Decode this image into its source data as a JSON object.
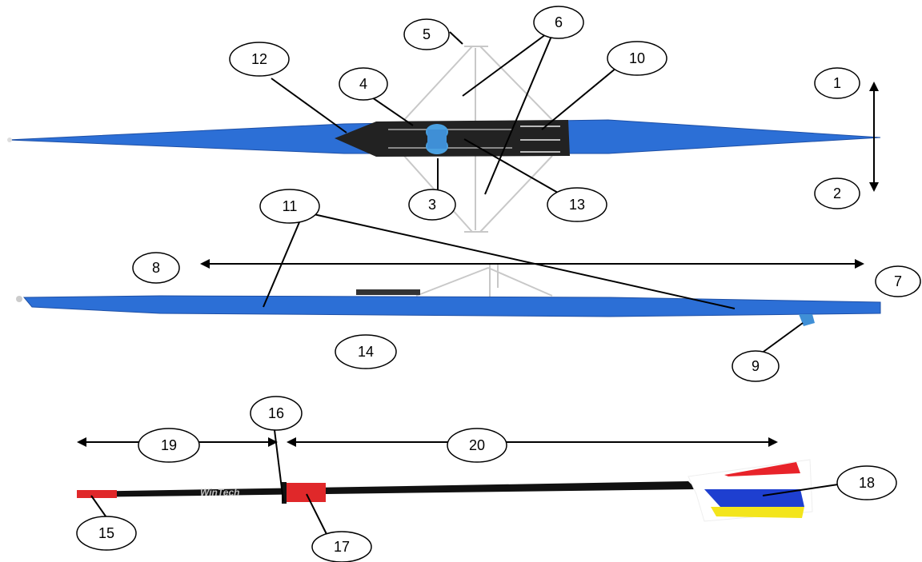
{
  "colors": {
    "hull_blue": "#2c6fd6",
    "hull_blue_dark": "#1d4fa6",
    "cockpit": "#222222",
    "rigger": "#c8c8c8",
    "oar_shaft": "#111111",
    "handle_red": "#e0282a",
    "blade_white": "#ffffff",
    "blade_red": "#e8232a",
    "blade_blue": "#1e3fd0",
    "blade_yellow": "#f3e51c",
    "callout_stroke": "#000000"
  },
  "diagram": {
    "oar_brand": "WinTech",
    "callouts": [
      "1",
      "2",
      "3",
      "4",
      "5",
      "6",
      "7",
      "8",
      "9",
      "10",
      "11",
      "12",
      "13",
      "14",
      "15",
      "16",
      "17",
      "18",
      "19",
      "20"
    ]
  }
}
